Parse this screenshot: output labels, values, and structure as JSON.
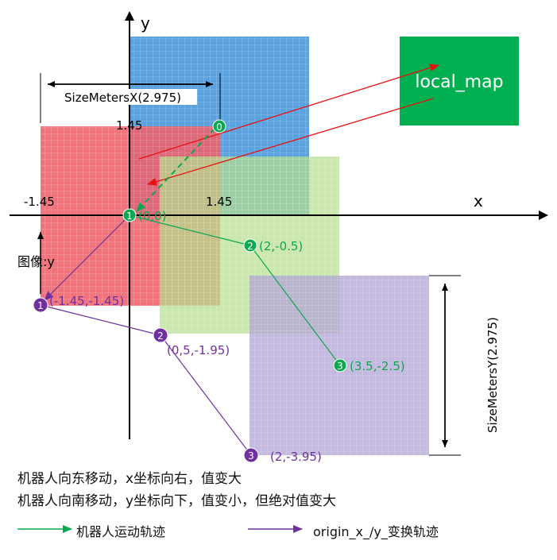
{
  "axes": {
    "x_label": "x",
    "y_label": "y",
    "image_y_label": "图像:y"
  },
  "ticks": {
    "neg_x": "-1.45",
    "pos_x": "1.45",
    "pos_y": "1.45"
  },
  "dimensions": {
    "size_x": "SizeMetersX(2.975)",
    "size_y": "SizeMetersY(2.975)"
  },
  "local_map_label": "local_map",
  "robot_path": {
    "color": "#0aa84f",
    "points": [
      {
        "num": "0",
        "label": ""
      },
      {
        "num": "1",
        "label": "(0,0)"
      },
      {
        "num": "2",
        "label": "(2,-0.5)"
      },
      {
        "num": "3",
        "label": "(3.5,-2.5)"
      }
    ]
  },
  "origin_path": {
    "color": "#7030a0",
    "points": [
      {
        "num": "1",
        "label": "(-1.45,-1.45)"
      },
      {
        "num": "2",
        "label": "(0,5,-1.95)"
      },
      {
        "num": "3",
        "label": "(2,-3.95)"
      }
    ]
  },
  "notes": [
    "机器人向东移动，x坐标向右，值变大",
    "机器人向南移动，y坐标向下，值变小，但绝对值变大"
  ],
  "legend": {
    "robot": "机器人运动轨迹",
    "origin": "origin_x_/y_变换轨迹"
  },
  "colors": {
    "blue_map": "#5aa3e0",
    "red_map": "#f0606a",
    "green_map": "#b6df8e",
    "purple_map": "#b4a7d6",
    "local_map_box": "#00b050",
    "arrow_red": "#e81010"
  }
}
